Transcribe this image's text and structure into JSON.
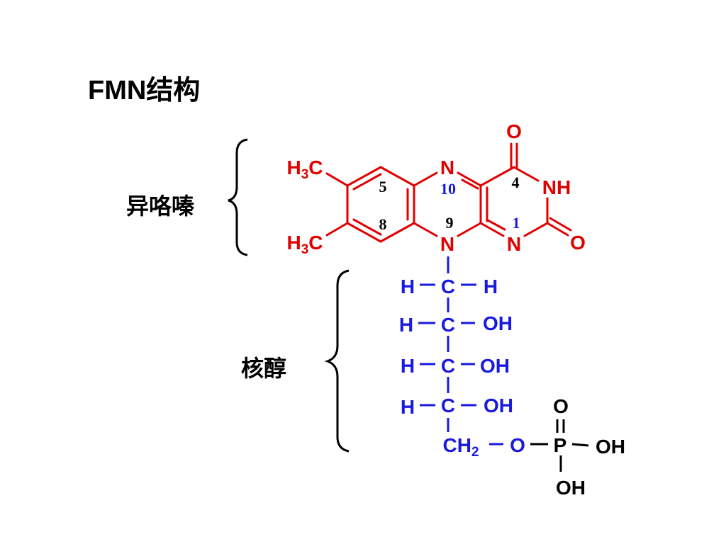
{
  "title": "FMN结构",
  "labels": {
    "isoalloxazine": "异咯嗪",
    "ribitol": "核醇"
  },
  "colors": {
    "ring": "#e00000",
    "ribitol": "#1a1adf",
    "phosphate": "#000000"
  },
  "ring_atoms": {
    "methyl_top": "H3C",
    "methyl_bottom": "H3C",
    "n5": "N",
    "n10": "N",
    "n1": "N",
    "n3": "NH",
    "o4": "O",
    "o2": "O"
  },
  "ring_numbers": {
    "pos5": "5",
    "pos8": "8",
    "pos9": "9",
    "pos10": "10",
    "pos4": "4",
    "pos1": "1"
  },
  "ribitol": {
    "rows": [
      {
        "left": "H",
        "center": "C",
        "right": "H"
      },
      {
        "left": "H",
        "center": "C",
        "right": "OH"
      },
      {
        "left": "H",
        "center": "C",
        "right": "OH"
      },
      {
        "left": "H",
        "center": "C",
        "right": "OH"
      }
    ],
    "ch2": "CH2",
    "ester_o": "O"
  },
  "phosphate": {
    "p": "P",
    "o_double": "O",
    "oh_right": "OH",
    "oh_bottom": "OH"
  }
}
